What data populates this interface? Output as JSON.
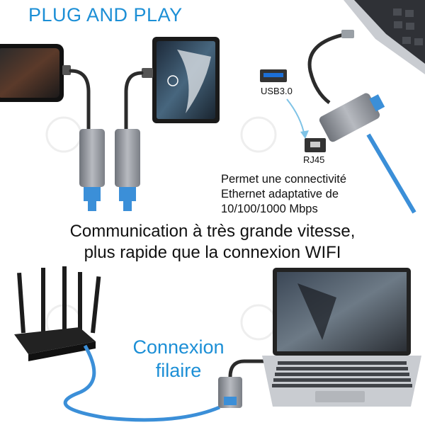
{
  "title": "PLUG AND PLAY",
  "ports": {
    "usb_label": "USB3.0",
    "rj45_label": "RJ45"
  },
  "feature": {
    "line1": "Permet une connectivité",
    "line2": "Ethernet adaptative de",
    "line3": "10/100/1000 Mbps"
  },
  "headline": {
    "line1": "Communication à très grande vitesse,",
    "line2": "plus rapide que la connexion WIFI"
  },
  "wired": {
    "line1": "Connexion",
    "line2": "filaire"
  },
  "colors": {
    "accent": "#1c8fd6",
    "cable_blue": "#3b8fd8",
    "adapter_gray": "#8e9299",
    "text": "#111111"
  },
  "icons": [
    "phone-image",
    "tablet-image",
    "usb-port-icon",
    "rj45-port-icon",
    "router-image",
    "laptop-image",
    "arrow-icon"
  ]
}
